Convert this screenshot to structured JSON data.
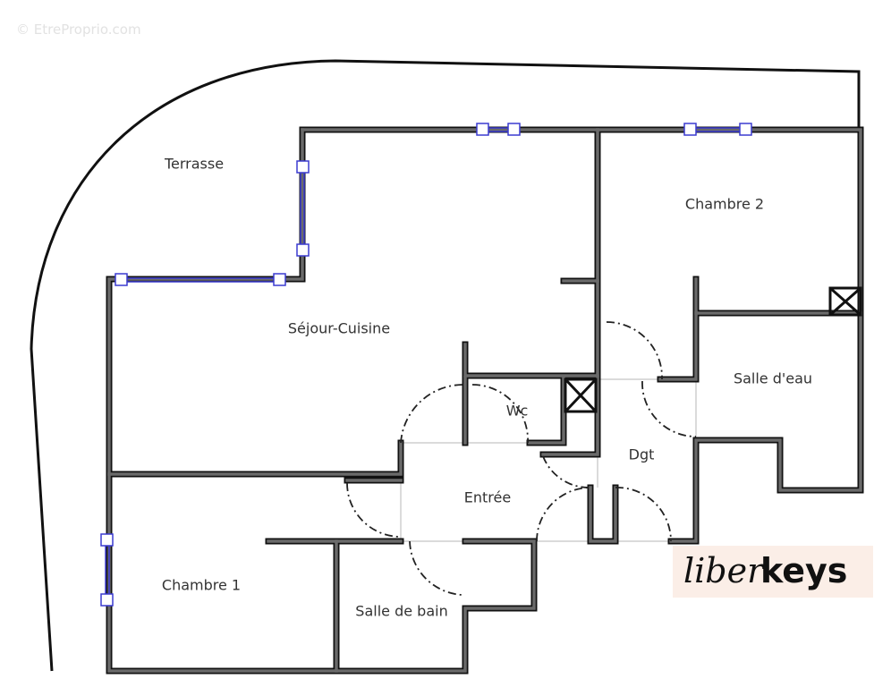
{
  "watermark": "© EtreProprio.com",
  "rooms": {
    "terrasse": "Terrasse",
    "sejour": "Séjour-Cuisine",
    "chambre2": "Chambre 2",
    "salle_eau": "Salle d'eau",
    "wc": "Wc",
    "dgt": "Dgt",
    "entree": "Entrée",
    "chambre1": "Chambre 1",
    "salle_bain": "Salle de bain"
  },
  "logo": {
    "part1": "liber",
    "part2": "keys"
  },
  "colors": {
    "wall": "#6a6a6a",
    "window": "#3b3bd0",
    "logo_bg": "#fbeee7"
  }
}
